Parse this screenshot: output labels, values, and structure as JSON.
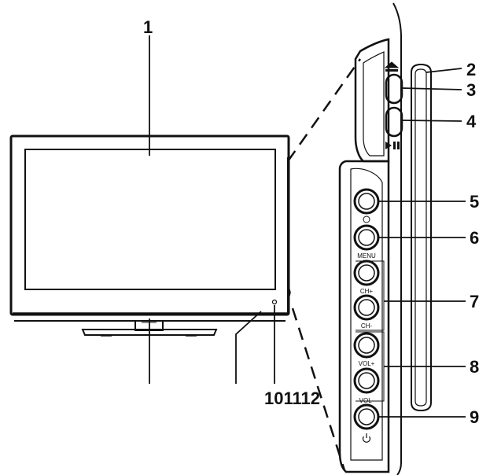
{
  "callouts": {
    "c1": "1",
    "c2": "2",
    "c3": "3",
    "c4": "4",
    "c5": "5",
    "c6": "6",
    "c7": "7",
    "c8": "8",
    "c9": "9",
    "c10_12": "101112"
  },
  "buttons": {
    "menu": "MENU",
    "ch_up": "CH+",
    "ch_down": "CH-",
    "vol_up": "VOL+",
    "vol_down": "VOL-"
  },
  "icons": {
    "eject": "eject-icon",
    "play_pause": "play-pause-icon",
    "source": "source-icon",
    "power": "power-icon"
  },
  "colors": {
    "line": "#111111",
    "background": "#ffffff"
  }
}
